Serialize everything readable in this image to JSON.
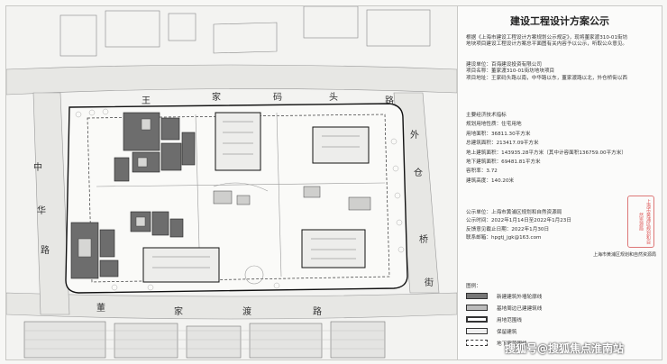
{
  "panel": {
    "title": "建设工程设计方案公示",
    "intro": [
      "根据《上海市建设工程设计方案规划公示规定》，现将董家渡310-01街坊",
      "地块项目建设工程设计方案总平面图有关内容予以公示，听取公众意见。"
    ],
    "project_info": [
      "建设单位：百海建设投资有限公司",
      "项目名称：董家渡310-01街坊地块项目",
      "项目地址：王家码头路以南，中华路以东，董家渡路以北，外仓桥街以西"
    ],
    "tech_header": "主要经济技术指标",
    "tech": [
      "规划用地性质：住宅用地",
      "用地面积：36811.30平方米",
      "总建筑面积：213417.09平方米",
      "地上建筑面积：143935.28平方米（其中计容面积136759.00平方米）",
      "地下建筑面积：69481.81平方米",
      "容积率：3.72",
      "建筑高度：140.20米"
    ],
    "publicity": [
      "公示单位：上海市黄浦区规划和自然资源局",
      "公示时间：2022年1月14日至2022年1月23日",
      "反馈意见截止日期：2022年1月30日",
      "联系邮箱：hpgtj_jgk@163.com"
    ],
    "seal_text": "上海市黄浦区规划和自然资源局",
    "sign_text": "上海市黄浦区规划和自然资源局",
    "legend_header": "图例：",
    "legend": [
      {
        "label": "新建建筑外墙轮廓线",
        "color": "#777777"
      },
      {
        "label": "基地周边已建建筑线",
        "color": "#bbbbbb"
      },
      {
        "label": "用地范围线",
        "color": "#ffffff"
      },
      {
        "label": "保留建筑",
        "color": "#eeeeee"
      },
      {
        "label": "地下室范围线",
        "color": "#ffffff"
      }
    ]
  },
  "roads": {
    "north": [
      "王",
      "家",
      "码",
      "头",
      "路"
    ],
    "west": [
      "中",
      "华",
      "路"
    ],
    "south": [
      "董",
      "家",
      "渡",
      "路"
    ],
    "east": [
      "外",
      "仓",
      "桥",
      "街"
    ]
  },
  "watermark": "搜狐号@搜狐焦点淮南站"
}
